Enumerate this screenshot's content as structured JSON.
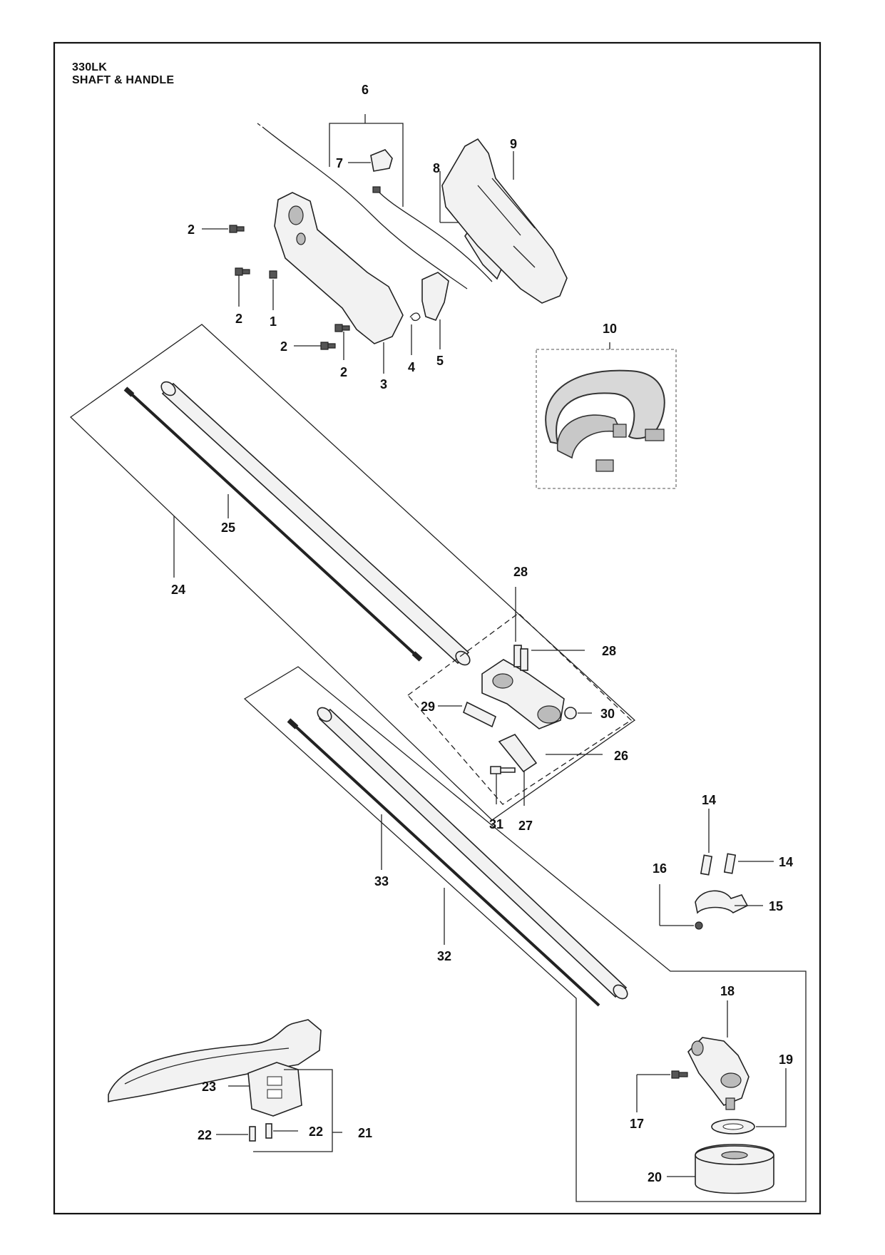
{
  "title": {
    "model": "330LK",
    "section": "SHAFT & HANDLE"
  },
  "callouts": [
    {
      "id": "c1",
      "label": "1"
    },
    {
      "id": "c2a",
      "label": "2"
    },
    {
      "id": "c2b",
      "label": "2"
    },
    {
      "id": "c2c",
      "label": "2"
    },
    {
      "id": "c2d",
      "label": "2"
    },
    {
      "id": "c3",
      "label": "3"
    },
    {
      "id": "c4",
      "label": "4"
    },
    {
      "id": "c5",
      "label": "5"
    },
    {
      "id": "c6",
      "label": "6"
    },
    {
      "id": "c7",
      "label": "7"
    },
    {
      "id": "c8",
      "label": "8"
    },
    {
      "id": "c9",
      "label": "9"
    },
    {
      "id": "c10",
      "label": "10"
    },
    {
      "id": "c14a",
      "label": "14"
    },
    {
      "id": "c14b",
      "label": "14"
    },
    {
      "id": "c15",
      "label": "15"
    },
    {
      "id": "c16",
      "label": "16"
    },
    {
      "id": "c17",
      "label": "17"
    },
    {
      "id": "c18",
      "label": "18"
    },
    {
      "id": "c19",
      "label": "19"
    },
    {
      "id": "c20",
      "label": "20"
    },
    {
      "id": "c21",
      "label": "21"
    },
    {
      "id": "c22a",
      "label": "22"
    },
    {
      "id": "c22b",
      "label": "22"
    },
    {
      "id": "c23",
      "label": "23"
    },
    {
      "id": "c24",
      "label": "24"
    },
    {
      "id": "c25",
      "label": "25"
    },
    {
      "id": "c26",
      "label": "26"
    },
    {
      "id": "c27",
      "label": "27"
    },
    {
      "id": "c28a",
      "label": "28"
    },
    {
      "id": "c28b",
      "label": "28"
    },
    {
      "id": "c29",
      "label": "29"
    },
    {
      "id": "c30",
      "label": "30"
    },
    {
      "id": "c31",
      "label": "31"
    },
    {
      "id": "c32",
      "label": "32"
    },
    {
      "id": "c33",
      "label": "33"
    }
  ]
}
